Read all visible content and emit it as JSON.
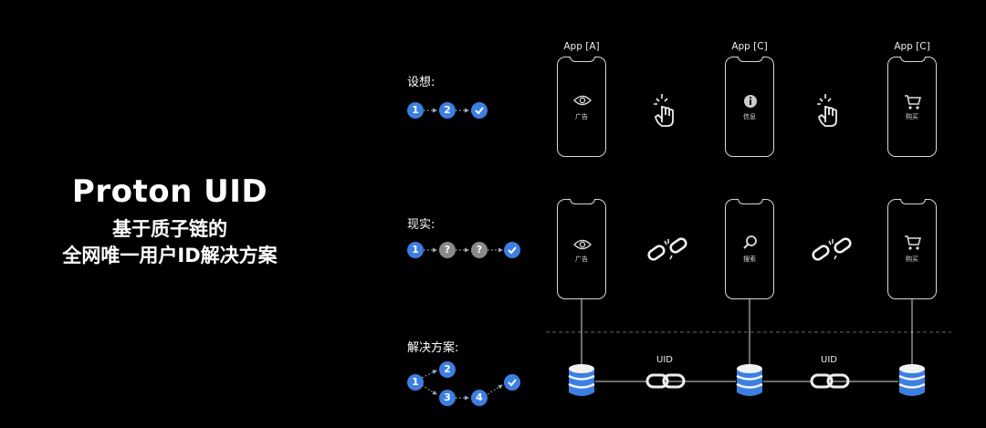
{
  "title": {
    "main": "Proton UID",
    "line2": "基于质子链的",
    "line3": "全网唯一用户ID解决方案"
  },
  "rows": {
    "idea_label": "设想:",
    "reality_label": "现实:",
    "solution_label": "解决方案:"
  },
  "idea_flow": [
    "1",
    "2",
    "check"
  ],
  "reality_flow": [
    "1",
    "?",
    "?",
    "check"
  ],
  "solution_flow": [
    "1",
    "2",
    "3",
    "4",
    "check"
  ],
  "apps": [
    {
      "name": "App [A]",
      "idea_screen": "广告",
      "reality_screen": "广告",
      "idea_icon": "eye-icon",
      "reality_icon": "eye-icon"
    },
    {
      "name": "App [C]",
      "idea_screen": "信息",
      "reality_screen": "搜索",
      "idea_icon": "info-icon",
      "reality_icon": "search-icon"
    },
    {
      "name": "App [C]",
      "idea_screen": "购买",
      "reality_screen": "购买",
      "idea_icon": "cart-icon",
      "reality_icon": "cart-icon"
    }
  ],
  "uid_labels": [
    "UID",
    "UID"
  ],
  "colors": {
    "background": "#000000",
    "accent_blue": "#3d7fe0",
    "gray_node": "#8a8a8a",
    "line": "#d8d8d8"
  }
}
